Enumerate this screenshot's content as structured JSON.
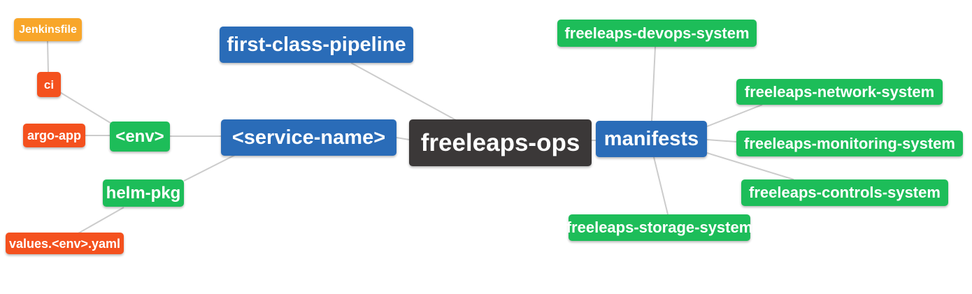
{
  "diagram": {
    "type": "mindmap",
    "root_label": "freeleaps-ops",
    "nodes": [
      {
        "id": "jenkinsfile",
        "label": "Jenkinsfile",
        "color": "orange"
      },
      {
        "id": "ci",
        "label": "ci",
        "color": "red"
      },
      {
        "id": "argo-app",
        "label": "argo-app",
        "color": "red"
      },
      {
        "id": "env",
        "label": "<env>",
        "color": "green"
      },
      {
        "id": "helm-pkg",
        "label": "helm-pkg",
        "color": "green"
      },
      {
        "id": "values-env-yaml",
        "label": "values.<env>.yaml",
        "color": "red"
      },
      {
        "id": "first-class-pipeline",
        "label": "first-class-pipeline",
        "color": "blue"
      },
      {
        "id": "service-name",
        "label": "<service-name>",
        "color": "blue"
      },
      {
        "id": "freeleaps-ops",
        "label": "freeleaps-ops",
        "color": "dark"
      },
      {
        "id": "manifests",
        "label": "manifests",
        "color": "blue"
      },
      {
        "id": "devops-system",
        "label": "freeleaps-devops-system",
        "color": "green"
      },
      {
        "id": "network-system",
        "label": "freeleaps-network-system",
        "color": "green"
      },
      {
        "id": "monitoring-system",
        "label": "freeleaps-monitoring-system",
        "color": "green"
      },
      {
        "id": "controls-system",
        "label": "freeleaps-controls-system",
        "color": "green"
      },
      {
        "id": "storage-system",
        "label": "freeleaps-storage-system",
        "color": "green"
      }
    ],
    "edges": [
      [
        "jenkinsfile",
        "ci"
      ],
      [
        "ci",
        "env"
      ],
      [
        "argo-app",
        "env"
      ],
      [
        "env",
        "service-name"
      ],
      [
        "helm-pkg",
        "service-name"
      ],
      [
        "values-env-yaml",
        "helm-pkg"
      ],
      [
        "first-class-pipeline",
        "freeleaps-ops"
      ],
      [
        "service-name",
        "freeleaps-ops"
      ],
      [
        "freeleaps-ops",
        "manifests"
      ],
      [
        "manifests",
        "devops-system"
      ],
      [
        "manifests",
        "network-system"
      ],
      [
        "manifests",
        "monitoring-system"
      ],
      [
        "manifests",
        "controls-system"
      ],
      [
        "manifests",
        "storage-system"
      ]
    ]
  },
  "colors": {
    "orange": "#f8a62a",
    "red": "#f4511e",
    "green": "#1dbd59",
    "blue": "#2a6cb8",
    "dark": "#3b3838",
    "edge": "#cccccc",
    "text": "#ffffff",
    "background": "#ffffff"
  }
}
